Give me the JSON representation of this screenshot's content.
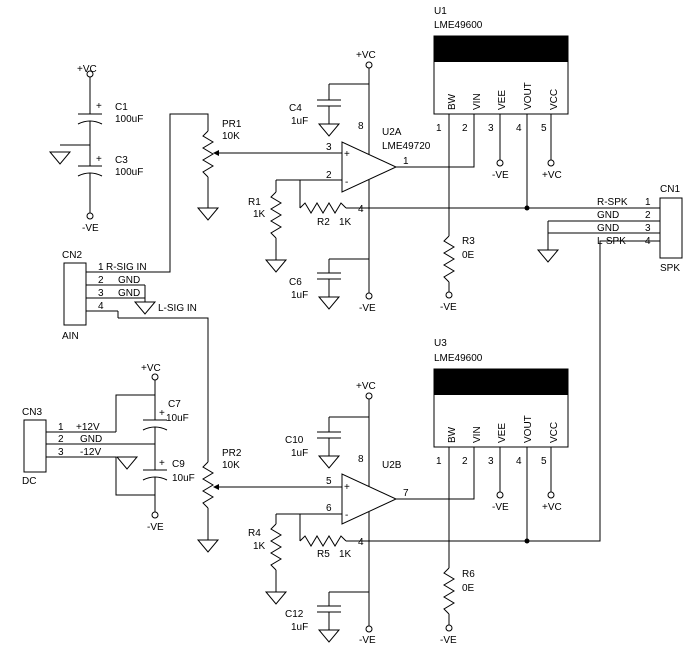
{
  "u1": {
    "ref": "U1",
    "part": "LME49600",
    "pins": [
      "BW",
      "VIN",
      "VEE",
      "VOUT",
      "VCC"
    ],
    "nums": [
      "1",
      "2",
      "3",
      "4",
      "5"
    ]
  },
  "u3": {
    "ref": "U3",
    "part": "LME49600",
    "pins": [
      "BW",
      "VIN",
      "VEE",
      "VOUT",
      "VCC"
    ],
    "nums": [
      "1",
      "2",
      "3",
      "4",
      "5"
    ]
  },
  "opamp_a": {
    "ref": "U2A",
    "part": "LME49720",
    "pin_out": "1",
    "pin_noninv": "3",
    "pin_inv": "2",
    "pin_vcc": "8",
    "pin_gnd": "4"
  },
  "opamp_b": {
    "ref": "U2B",
    "pin_out": "7",
    "pin_noninv": "5",
    "pin_inv": "6",
    "pin_vcc": "8",
    "pin_gnd": "4"
  },
  "supplies": {
    "pos": "+VC",
    "neg": "-VE"
  },
  "parts": {
    "c1": {
      "ref": "C1",
      "val": "100uF"
    },
    "c3": {
      "ref": "C3",
      "val": "100uF"
    },
    "c4": {
      "ref": "C4",
      "val": "1uF"
    },
    "c6": {
      "ref": "C6",
      "val": "1uF"
    },
    "c7": {
      "ref": "C7",
      "val": "10uF"
    },
    "c9": {
      "ref": "C9",
      "val": "10uF"
    },
    "c10": {
      "ref": "C10",
      "val": "1uF"
    },
    "c12": {
      "ref": "C12",
      "val": "1uF"
    },
    "pr1": {
      "ref": "PR1",
      "val": "10K"
    },
    "pr2": {
      "ref": "PR2",
      "val": "10K"
    },
    "r1": {
      "ref": "R1",
      "val": "1K"
    },
    "r2": {
      "ref": "R2",
      "val": "1K"
    },
    "r3": {
      "ref": "R3",
      "val": "0E"
    },
    "r4": {
      "ref": "R4",
      "val": "1K"
    },
    "r5": {
      "ref": "R5",
      "val": "1K"
    },
    "r6": {
      "ref": "R6",
      "val": "0E"
    }
  },
  "cn1": {
    "ref": "CN1",
    "name": "SPK",
    "pins": [
      "1",
      "2",
      "3",
      "4"
    ],
    "signals": [
      "R-SPK",
      "GND",
      "GND",
      "L-SPK"
    ]
  },
  "cn2": {
    "ref": "CN2",
    "name": "AIN",
    "pins": [
      "1",
      "2",
      "3",
      "4"
    ],
    "signals": [
      "R-SIG IN",
      "GND",
      "GND",
      "L-SIG IN"
    ]
  },
  "cn3": {
    "ref": "CN3",
    "name": "DC",
    "pins": [
      "1",
      "2",
      "3"
    ],
    "signals": [
      "+12V",
      "GND",
      "-12V"
    ]
  },
  "polarity": {
    "plus": "+",
    "minus": "-"
  }
}
